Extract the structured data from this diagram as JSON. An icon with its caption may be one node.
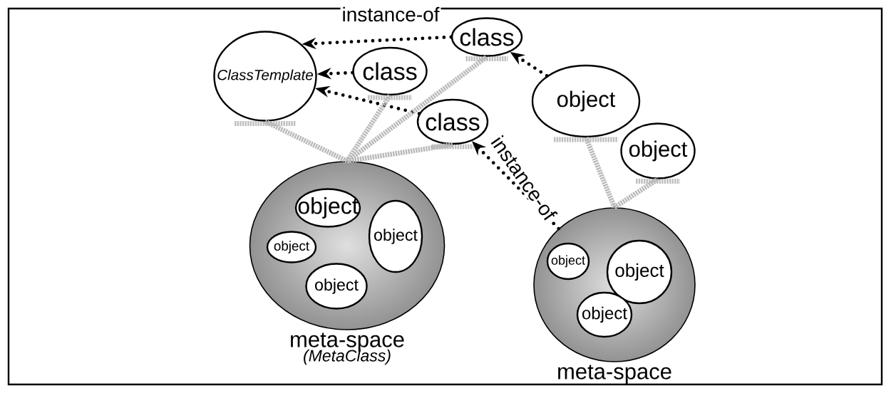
{
  "diagram": {
    "nodes": [
      {
        "text": [
          "ClassTemplate"
        ]
      },
      {
        "text": [
          "class"
        ]
      },
      {
        "text": [
          "class"
        ]
      },
      {
        "text": [
          "class"
        ]
      },
      {
        "text": [
          "object"
        ]
      },
      {
        "text": [
          "object"
        ]
      },
      {
        "text": [
          "meta-space",
          "(MetaClass)"
        ]
      },
      {
        "text": [
          "object"
        ],
        "in": 6
      },
      {
        "text": [
          "object"
        ],
        "in": 6
      },
      {
        "text": [
          "object"
        ],
        "in": 6
      },
      {
        "text": [
          "object"
        ],
        "in": 6
      },
      {
        "text": [
          "meta-space"
        ]
      },
      {
        "text": [
          "object"
        ],
        "in": 11
      },
      {
        "text": [
          "object"
        ],
        "in": 11
      },
      {
        "text": [
          "object"
        ],
        "in": 11
      }
    ],
    "edges": [
      {
        "from": 1,
        "to": 0,
        "arrow": "to",
        "label": "instance-of",
        "style": "dashed",
        "color": "#000000"
      },
      {
        "from": 2,
        "to": 0,
        "arrow": "to",
        "style": "dashed",
        "color": "#000000"
      },
      {
        "from": 3,
        "to": 0,
        "arrow": "to",
        "style": "dashed",
        "color": "#000000"
      },
      {
        "from": 4,
        "to": 1,
        "arrow": "to",
        "style": "dashed",
        "color": "#000000"
      },
      {
        "from": 11,
        "to": 3,
        "arrow": "to",
        "label": "instance-of",
        "style": "dashed",
        "color": "#000000"
      },
      {
        "from": 6,
        "to": 0,
        "arrow": "none"
      },
      {
        "from": 6,
        "to": 2,
        "arrow": "none"
      },
      {
        "from": 6,
        "to": 1,
        "arrow": "none"
      },
      {
        "from": 6,
        "to": 3,
        "arrow": "none"
      },
      {
        "from": 11,
        "to": 4,
        "arrow": "none"
      },
      {
        "from": 11,
        "to": 5,
        "arrow": "none"
      }
    ]
  }
}
